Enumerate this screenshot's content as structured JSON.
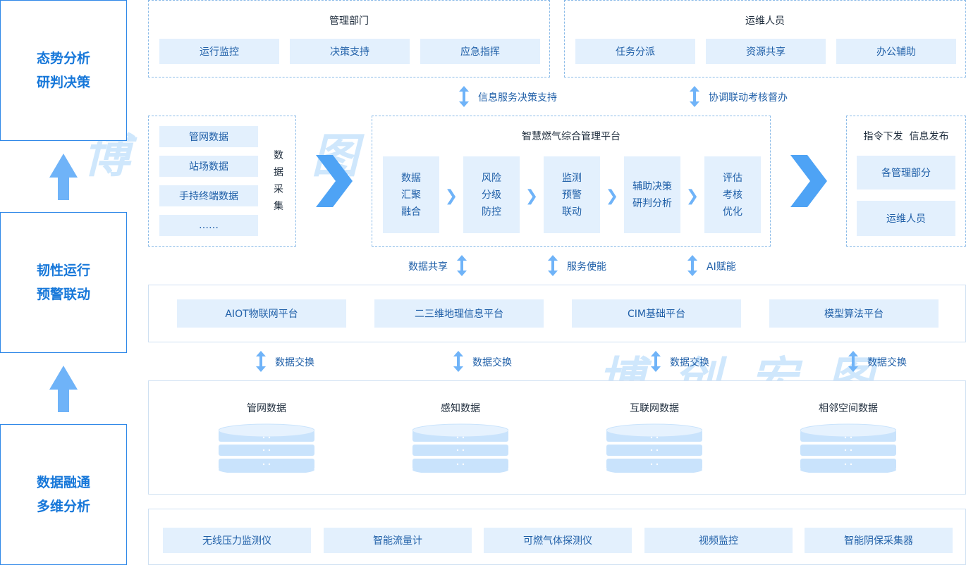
{
  "side_panels": [
    {
      "line1": "态势分析",
      "line2": "研判决策"
    },
    {
      "line1": "韧性运行",
      "line2": "预警联动"
    },
    {
      "line1": "数据融通",
      "line2": "多维分析"
    }
  ],
  "mgmt": {
    "title": "管理部门",
    "items": [
      "运行监控",
      "决策支持",
      "应急指挥"
    ]
  },
  "ops": {
    "title": "运维人员",
    "items": [
      "任务分派",
      "资源共享",
      "办公辅助"
    ]
  },
  "top_links": [
    "信息服务决策支持",
    "协调联动考核督办"
  ],
  "collection": {
    "items": [
      "管网数据",
      "站场数据",
      "手持终端数据",
      "……"
    ],
    "label": [
      "数",
      "据",
      "采",
      "集"
    ]
  },
  "platform": {
    "title": "智慧燃气综合管理平台",
    "steps": [
      [
        "数据",
        "汇聚",
        "融合"
      ],
      [
        "风险",
        "分级",
        "防控"
      ],
      [
        "监测",
        "预警",
        "联动"
      ],
      [
        "辅助决策",
        "研判分析"
      ],
      [
        "评估",
        "考核",
        "优化"
      ]
    ]
  },
  "command": {
    "title": "指令下发  信息发布",
    "items": [
      "各管理部分",
      "运维人员"
    ]
  },
  "mid_links": [
    "数据共享",
    "服务使能",
    "AI赋能"
  ],
  "base_platforms": [
    "AIOT物联网平台",
    "二三维地理信息平台",
    "CIM基础平台",
    "模型算法平台"
  ],
  "exchange_label": "数据交换",
  "databases": [
    "管网数据",
    "感知数据",
    "互联网数据",
    "相邻空间数据"
  ],
  "devices": [
    "无线压力监测仪",
    "智能流量计",
    "可燃气体探测仪",
    "视频监控",
    "智能阴保采集器"
  ],
  "watermark": "博创宏图",
  "colors": {
    "accent": "#1677d9",
    "light_fill": "#e3f0fd",
    "arrow": "#6fb3f8",
    "dashed_border": "#8bbbe8"
  }
}
